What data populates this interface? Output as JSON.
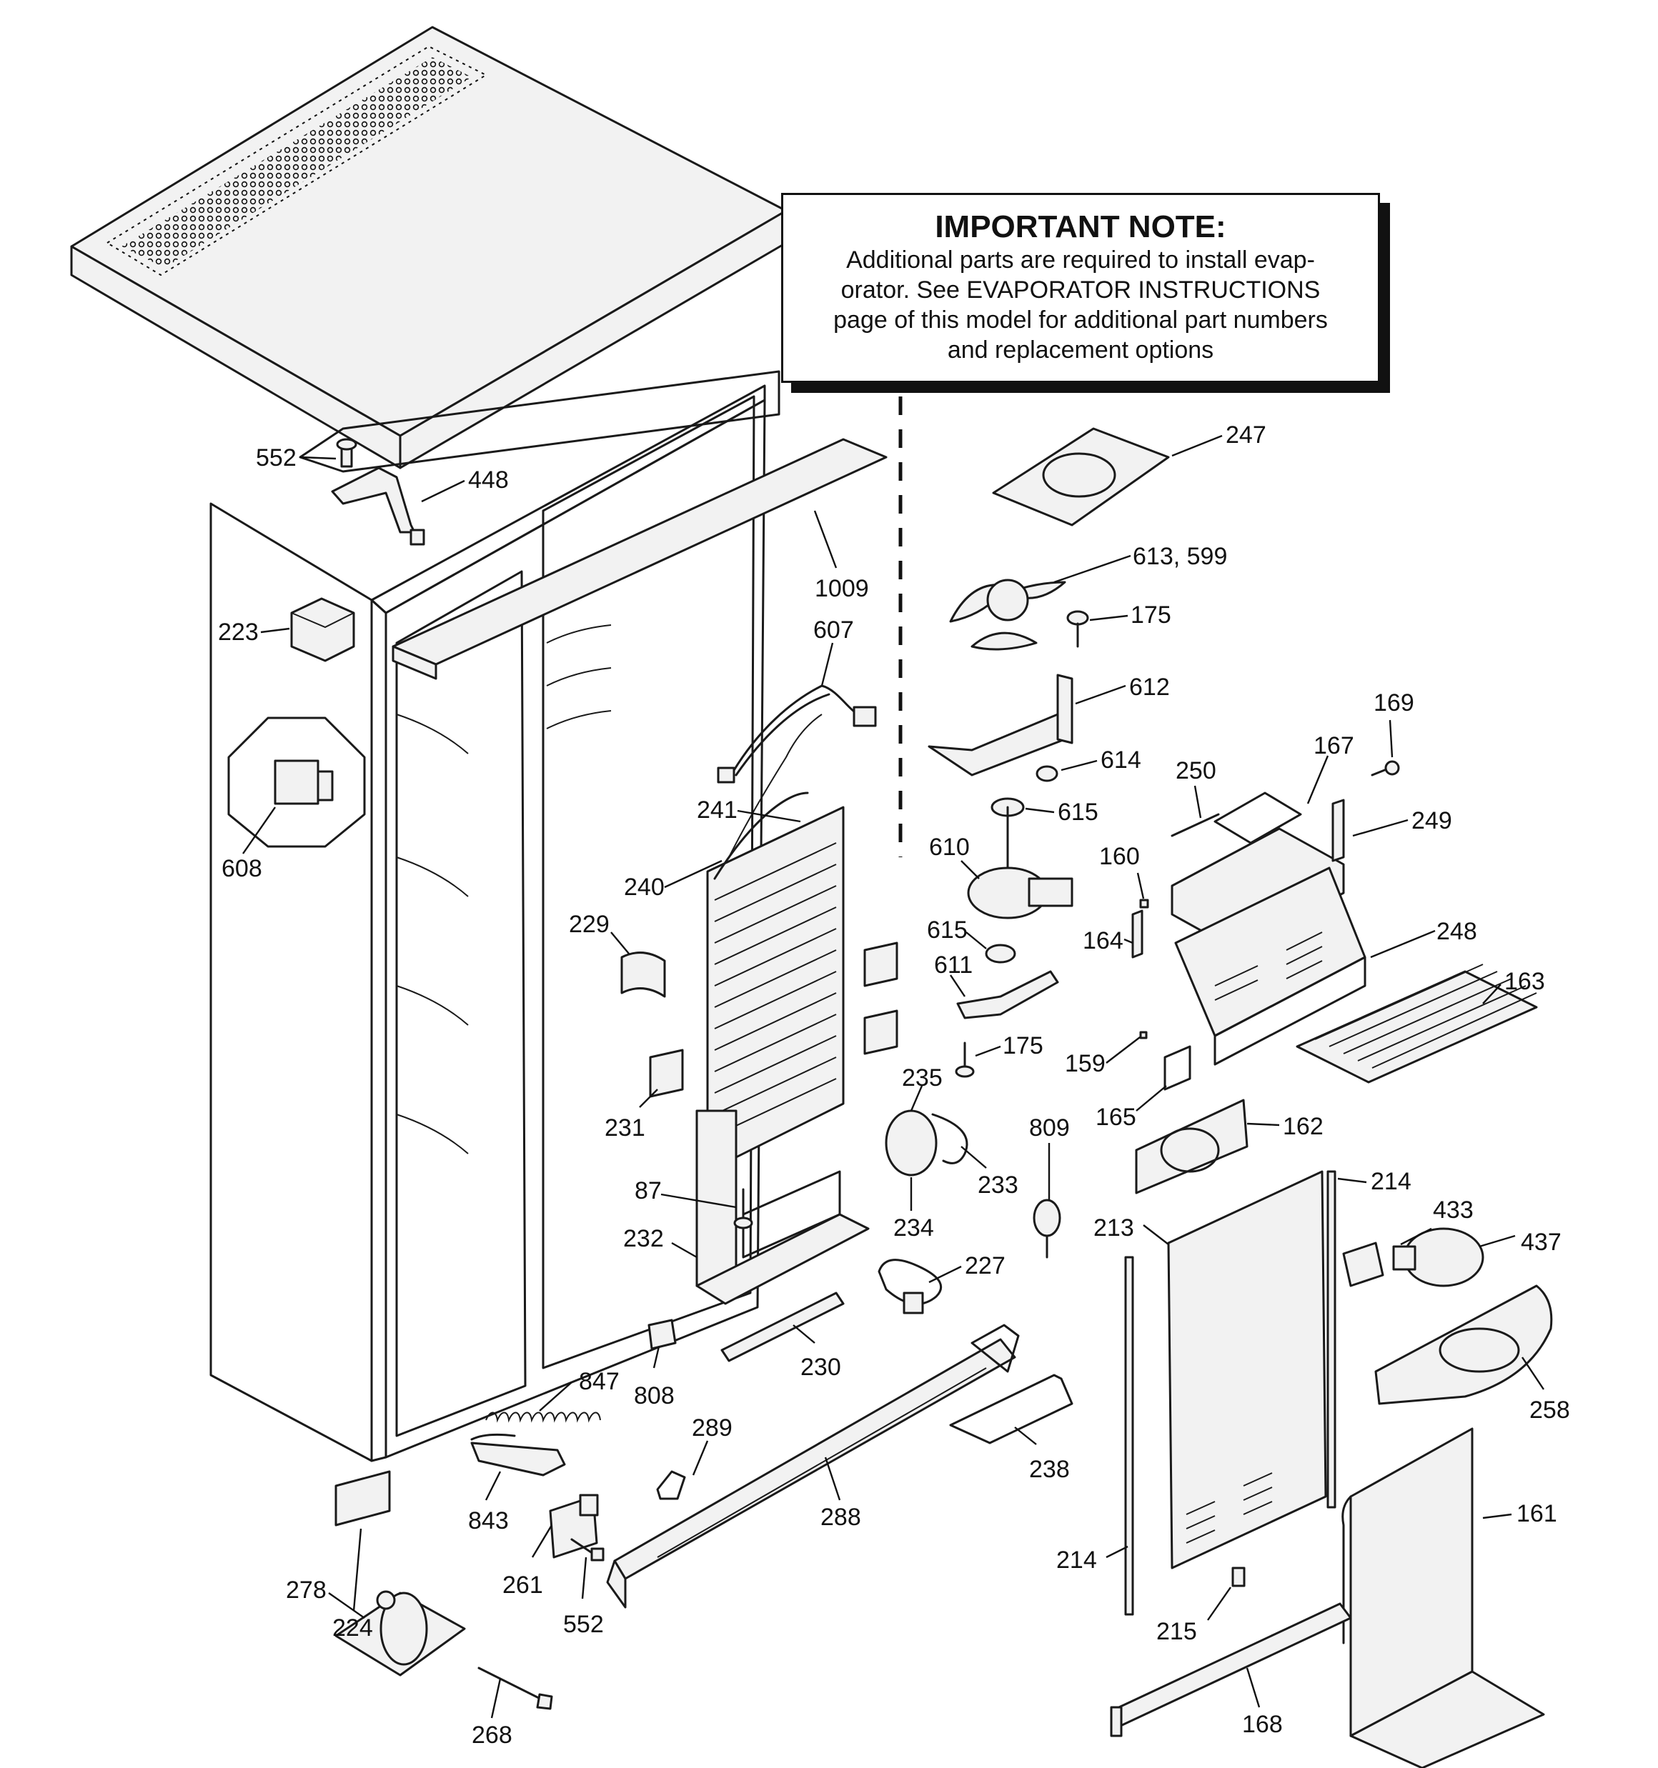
{
  "note": {
    "title": "IMPORTANT NOTE:",
    "lines": [
      "Additional parts are required to install evap-",
      "orator.  See EVAPORATOR INSTRUCTIONS",
      "page of this model for additional part numbers",
      "and replacement options"
    ]
  },
  "callouts": [
    {
      "id": "552a",
      "label": "552"
    },
    {
      "id": "448",
      "label": "448"
    },
    {
      "id": "223",
      "label": "223"
    },
    {
      "id": "608",
      "label": "608"
    },
    {
      "id": "224",
      "label": "224"
    },
    {
      "id": "278",
      "label": "278"
    },
    {
      "id": "268",
      "label": "268"
    },
    {
      "id": "843",
      "label": "843"
    },
    {
      "id": "847",
      "label": "847"
    },
    {
      "id": "261",
      "label": "261"
    },
    {
      "id": "552b",
      "label": "552"
    },
    {
      "id": "289",
      "label": "289"
    },
    {
      "id": "288",
      "label": "288"
    },
    {
      "id": "808",
      "label": "808"
    },
    {
      "id": "230",
      "label": "230"
    },
    {
      "id": "232",
      "label": "232"
    },
    {
      "id": "87",
      "label": "87"
    },
    {
      "id": "231",
      "label": "231"
    },
    {
      "id": "229",
      "label": "229"
    },
    {
      "id": "240",
      "label": "240"
    },
    {
      "id": "241",
      "label": "241"
    },
    {
      "id": "607",
      "label": "607"
    },
    {
      "id": "1009",
      "label": "1009"
    },
    {
      "id": "247",
      "label": "247"
    },
    {
      "id": "613",
      "label": "613, 599"
    },
    {
      "id": "175a",
      "label": "175"
    },
    {
      "id": "612",
      "label": "612"
    },
    {
      "id": "614",
      "label": "614"
    },
    {
      "id": "615a",
      "label": "615"
    },
    {
      "id": "610",
      "label": "610"
    },
    {
      "id": "615b",
      "label": "615"
    },
    {
      "id": "611",
      "label": "611"
    },
    {
      "id": "175b",
      "label": "175"
    },
    {
      "id": "235",
      "label": "235"
    },
    {
      "id": "233",
      "label": "233"
    },
    {
      "id": "234",
      "label": "234"
    },
    {
      "id": "227",
      "label": "227"
    },
    {
      "id": "809",
      "label": "809"
    },
    {
      "id": "238",
      "label": "238"
    },
    {
      "id": "169",
      "label": "169"
    },
    {
      "id": "167",
      "label": "167"
    },
    {
      "id": "250",
      "label": "250"
    },
    {
      "id": "249",
      "label": "249"
    },
    {
      "id": "160",
      "label": "160"
    },
    {
      "id": "248",
      "label": "248"
    },
    {
      "id": "164",
      "label": "164"
    },
    {
      "id": "163",
      "label": "163"
    },
    {
      "id": "159",
      "label": "159"
    },
    {
      "id": "165",
      "label": "165"
    },
    {
      "id": "162",
      "label": "162"
    },
    {
      "id": "214a",
      "label": "214"
    },
    {
      "id": "213",
      "label": "213"
    },
    {
      "id": "433",
      "label": "433"
    },
    {
      "id": "437",
      "label": "437"
    },
    {
      "id": "258",
      "label": "258"
    },
    {
      "id": "161",
      "label": "161"
    },
    {
      "id": "214b",
      "label": "214"
    },
    {
      "id": "215",
      "label": "215"
    },
    {
      "id": "168",
      "label": "168"
    }
  ]
}
